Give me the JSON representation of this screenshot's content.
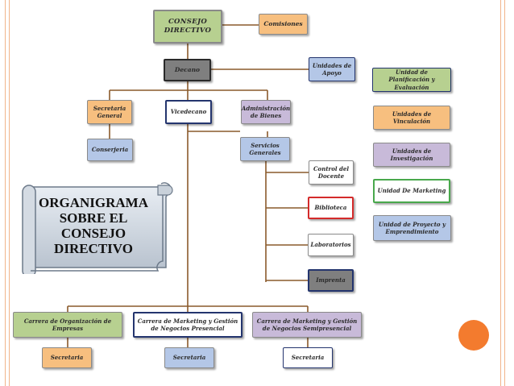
{
  "colors": {
    "line": "#8a5a2b",
    "green": "#b7d090",
    "orange": "#f7bf7f",
    "gray": "#7f7f7f",
    "blue": "#b4c7e7",
    "purple": "#c8bad9",
    "white": "#ffffff",
    "brand_accent": "#f37b2e"
  },
  "org": {
    "consejo": "CONSEJO DIRECTIVO",
    "comisiones": "Comisiones",
    "decano": "Decano",
    "unidades_apoyo": "Unidades de Apoyo",
    "secretaria_general": "Secretaria General",
    "vicedecano": "Vicedecano",
    "admin_bienes": "Administración de Bienes",
    "conserjeria": "Conserjeria",
    "servicios_generales": "Servicios Generales",
    "control_docente": "Control del Docente",
    "biblioteca": "Biblioteca",
    "laboratorios": "Laboratorios",
    "imprenta": "Imprenta",
    "unidad_planificacion": "Unidad de Planificación y Evaluación",
    "unidades_vinculacion": "Unidades de Vinculación",
    "unidades_investigacion": "Unidades de Investigación",
    "unidad_marketing": "Unidad De Marketing",
    "unidad_proyecto": "Unidad de Proyecto y Emprendimiento",
    "carrera_org": "Carrera de Organización de Empresas",
    "carrera_mkt_pres": "Carrera de Marketing y Gestión de Negocios Presencial",
    "carrera_mkt_semi": "Carrera de Marketing y Gestión de Negocios Semipresencial",
    "secretaria_1": "Secretaria",
    "secretaria_2": "Secretaria",
    "secretaria_3": "Secretaria"
  },
  "banner": {
    "title": "ORGANIGRAMA SOBRE EL CONSEJO DIRECTIVO"
  }
}
